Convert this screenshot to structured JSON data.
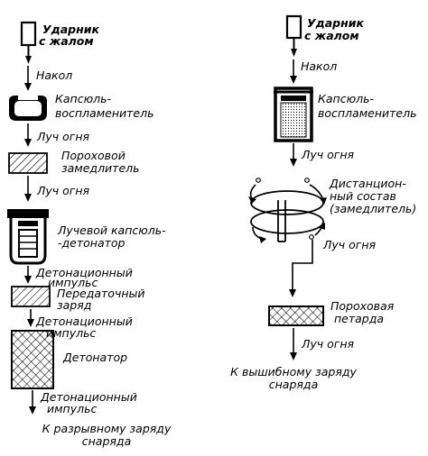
{
  "left_chain": {
    "striker_l1": "Ударник",
    "striker_l2": "с жалом",
    "prick": "Накол",
    "primer_l1": "Капсюль-",
    "primer_l2": "воспламенитель",
    "fire_ray_1": "Луч огня",
    "delay_l1": "Пороховой",
    "delay_l2": "замедлитель",
    "fire_ray_2": "Луч огня",
    "det_cap_l1": "Лучевой капсюль-",
    "det_cap_l2": "-детонатор",
    "impulse1_l1": "Детонационный",
    "impulse1_l2": "импульс",
    "transfer_l1": "Передаточный",
    "transfer_l2": "заряд",
    "impulse2_l1": "Детонационный",
    "impulse2_l2": "импульс",
    "detonator": "Детонатор",
    "impulse3_l1": "Детонационный",
    "impulse3_l2": "импульс",
    "target_l1": "К разрывному заряду",
    "target_l2": "снаряда"
  },
  "right_chain": {
    "striker_l1": "Ударник",
    "striker_l2": "с жалом",
    "prick": "Накол",
    "primer_l1": "Капсюль-",
    "primer_l2": "воспламенитель",
    "fire_ray_1": "Луч огня",
    "remote_l1": "Дистанцион-",
    "remote_l2": "ный состав",
    "remote_l3": "(замедлитель)",
    "fire_ray_2": "Луч огня",
    "petard_l1": "Пороховая",
    "petard_l2": "петарда",
    "fire_ray_3": "Луч огня",
    "target_l1": "К вышибному заряду",
    "target_l2": "снаряда"
  },
  "colors": {
    "ink": "#000000",
    "background": "#ffffff"
  }
}
